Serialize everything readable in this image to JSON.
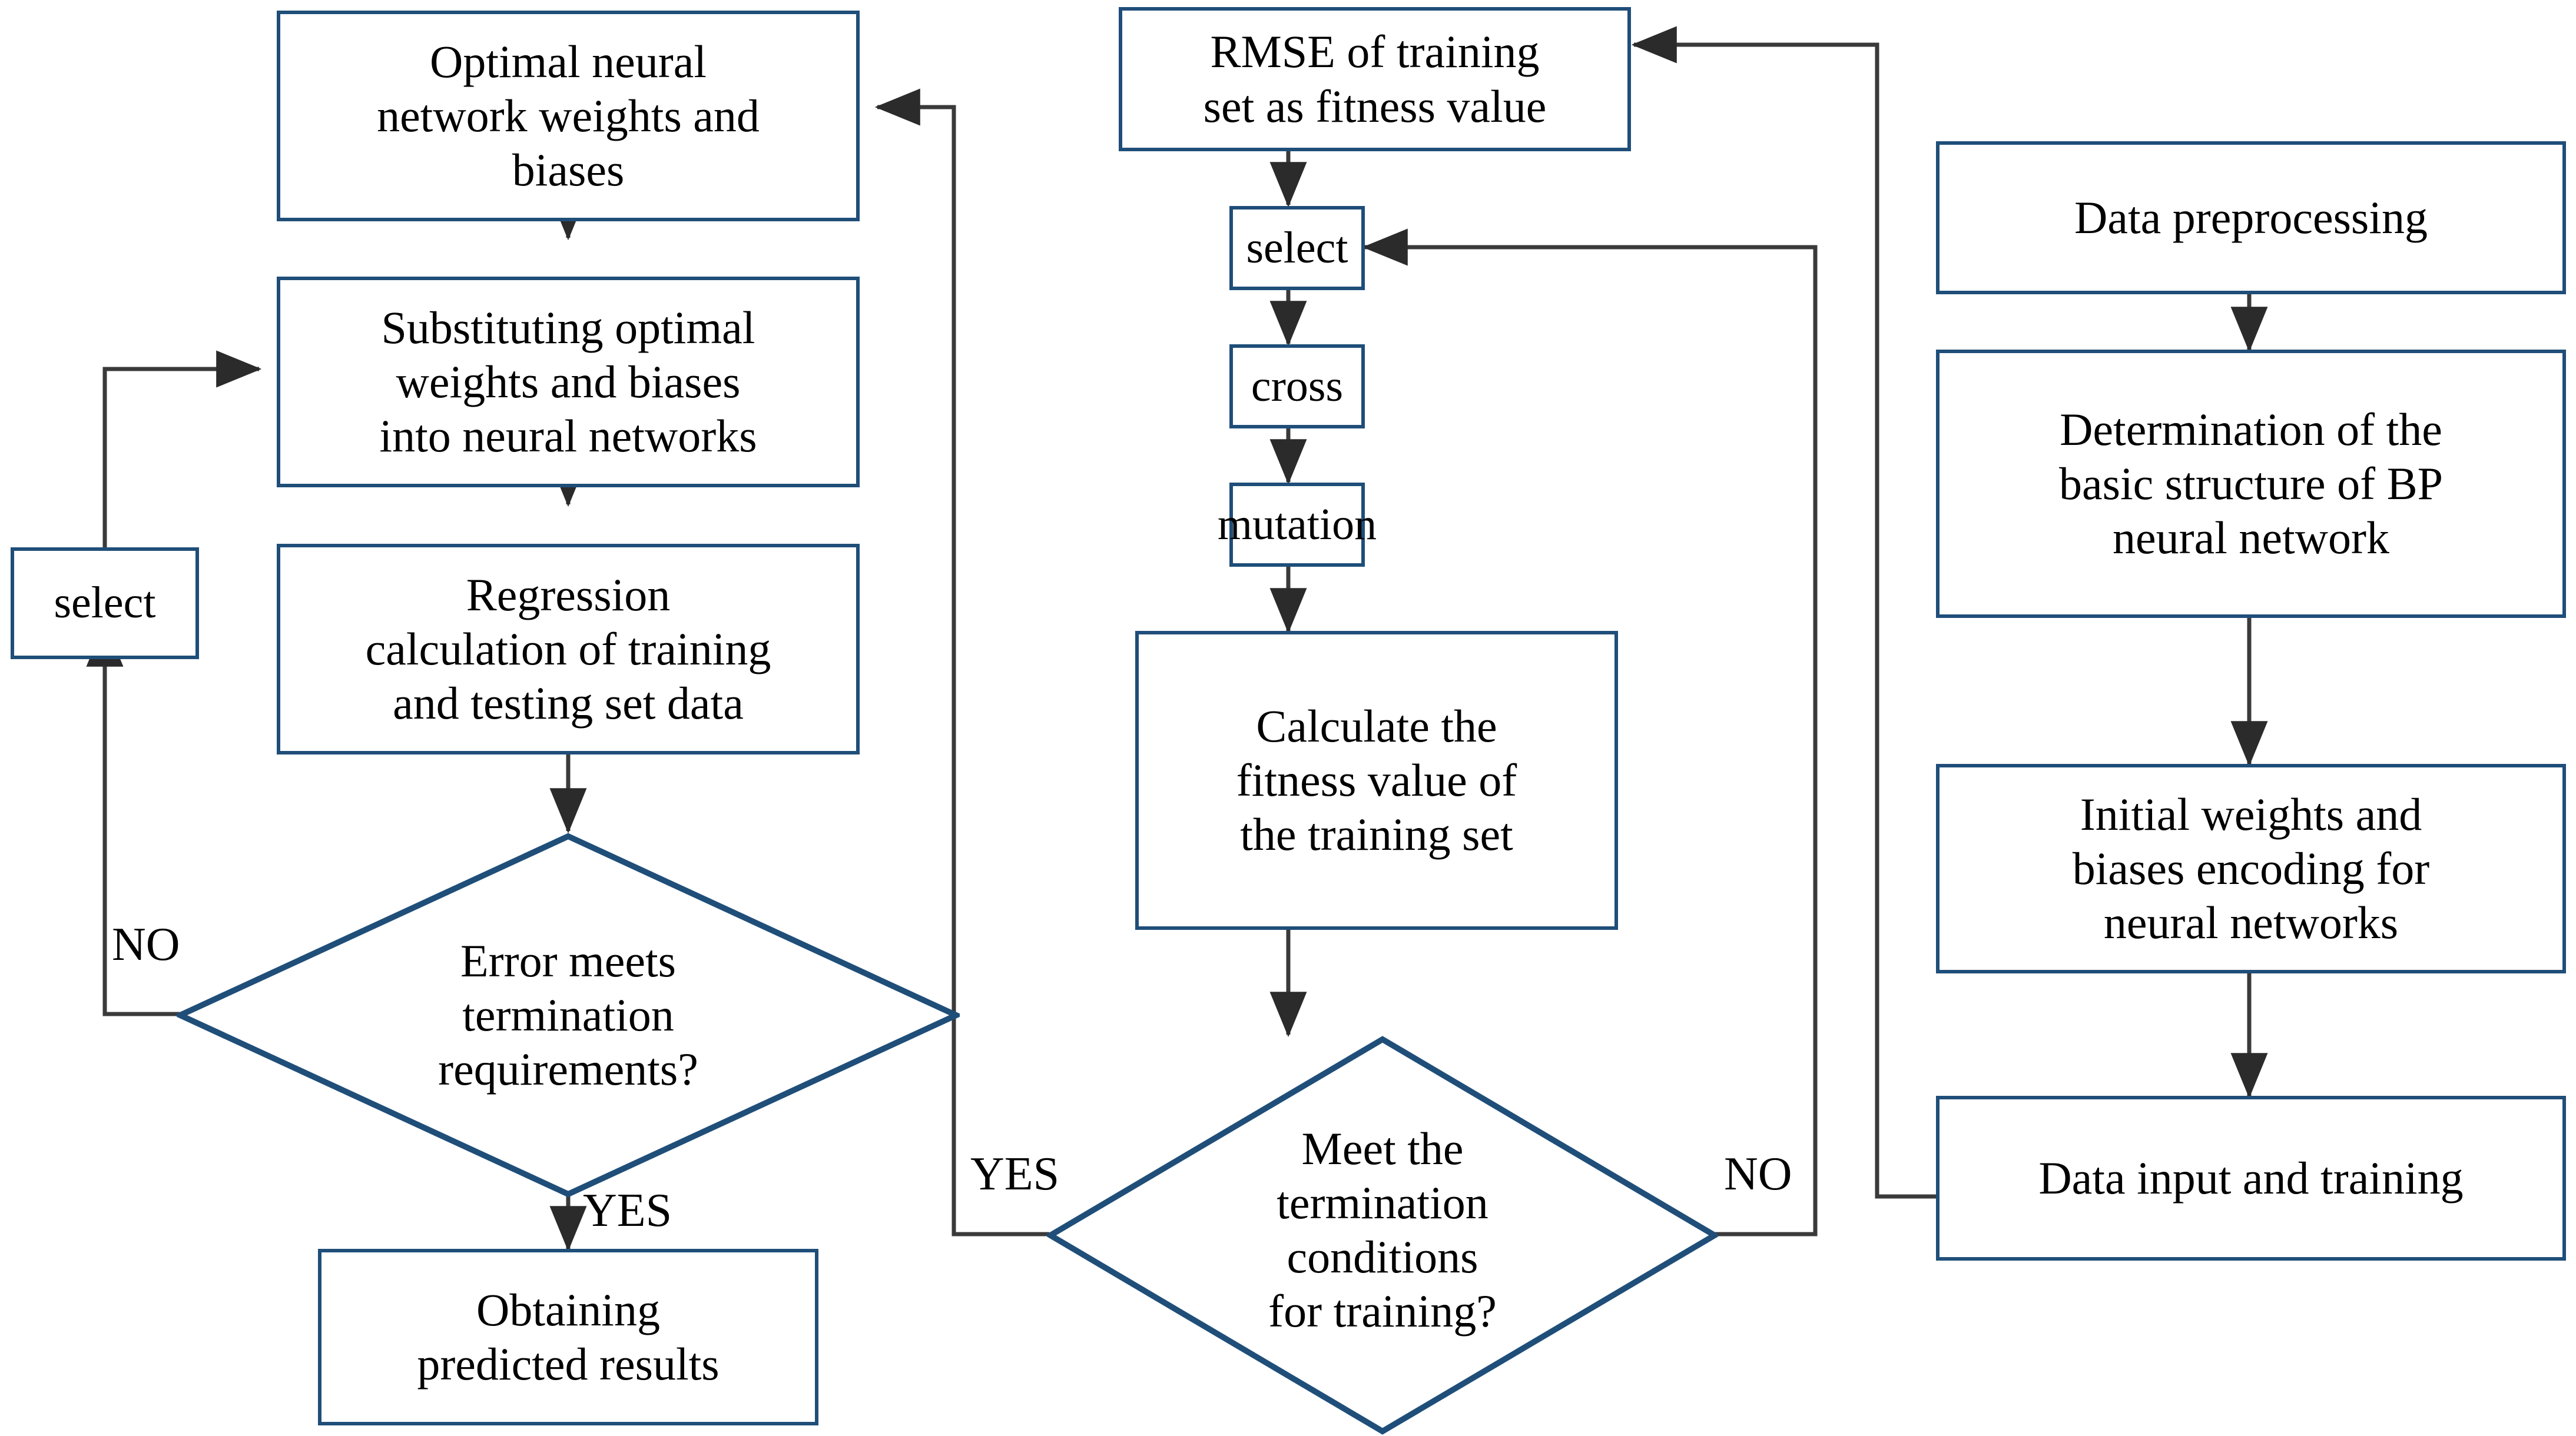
{
  "diagram": {
    "title": "GA-BP neural network training and prediction flowchart",
    "colors": {
      "box_border": "#1F4E79",
      "diamond_border": "#1F4E79",
      "connector": "#3A3A3A",
      "text": "#000000",
      "background": "#FFFFFF"
    },
    "left_column": {
      "optimal_weights_box": "Optimal neural\nnetwork weights and\nbiases",
      "substituting_box": "Substituting optimal\nweights and biases\ninto neural networks",
      "regression_box": "Regression\ncalculation of training\nand testing set data",
      "error_diamond": "Error meets\ntermination\nrequirements?",
      "select_box": "select",
      "obtaining_box": "Obtaining\npredicted results",
      "label_no": "NO",
      "label_yes": "YES"
    },
    "middle_column": {
      "rmse_box": "RMSE of training\nset as fitness value",
      "select_box": "select",
      "cross_box": "cross",
      "mutation_box": "mutation",
      "calculate_box": "Calculate the\nfitness value of\nthe training set",
      "meet_diamond": "Meet the\ntermination\nconditions\nfor training?",
      "label_yes": "YES",
      "label_no": "NO"
    },
    "right_column": {
      "data_preprocessing_box": "Data preprocessing",
      "determination_box": "Determination of the\nbasic structure of BP\nneural network",
      "initial_weights_box": "Initial weights and\nbiases encoding for\nneural networks",
      "data_input_box": "Data input and training"
    }
  }
}
